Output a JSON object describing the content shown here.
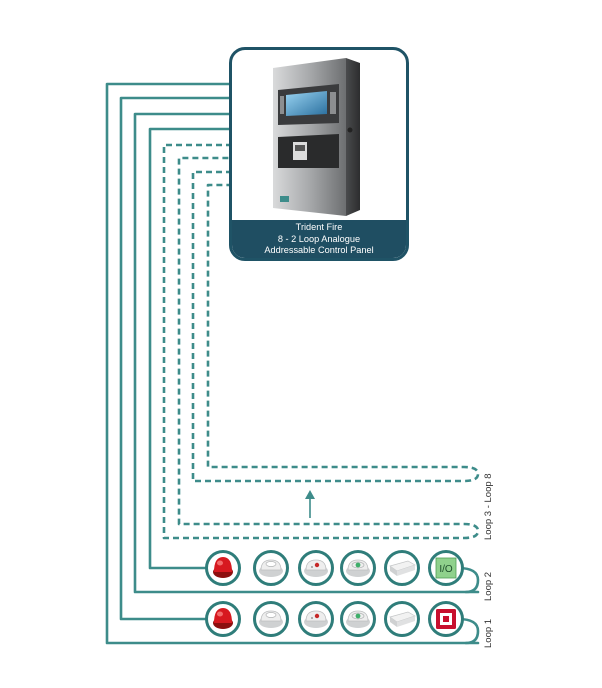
{
  "panel": {
    "caption_lines": [
      "Trident Fire",
      "8 - 2 Loop Analogue",
      "Addressable Control Panel"
    ],
    "icon": "fire-control-panel-icon"
  },
  "loops": [
    {
      "label": "Loop 2",
      "line_style": "solid",
      "devices": [
        {
          "icon": "sounder-beacon-icon"
        },
        {
          "icon": "heat-detector-icon"
        },
        {
          "icon": "smoke-detector-icon"
        },
        {
          "icon": "multi-sensor-detector-icon"
        },
        {
          "icon": "interface-module-icon"
        },
        {
          "icon": "io-module-icon",
          "text": "I/O"
        }
      ]
    },
    {
      "label": "Loop 1",
      "line_style": "solid",
      "devices": [
        {
          "icon": "sounder-beacon-icon"
        },
        {
          "icon": "heat-detector-icon"
        },
        {
          "icon": "smoke-detector-icon"
        },
        {
          "icon": "multi-sensor-detector-icon"
        },
        {
          "icon": "interface-module-icon"
        },
        {
          "icon": "manual-call-point-icon"
        }
      ]
    },
    {
      "label": "Loop 3 - Loop 8",
      "line_style": "dashed"
    }
  ],
  "colors": {
    "wire": "#3d8c8a",
    "card_border": "#1f5366",
    "caption_bg": "#1f4e62",
    "device_ring": "#2f7d7a",
    "io_fill": "#8fd18c"
  }
}
